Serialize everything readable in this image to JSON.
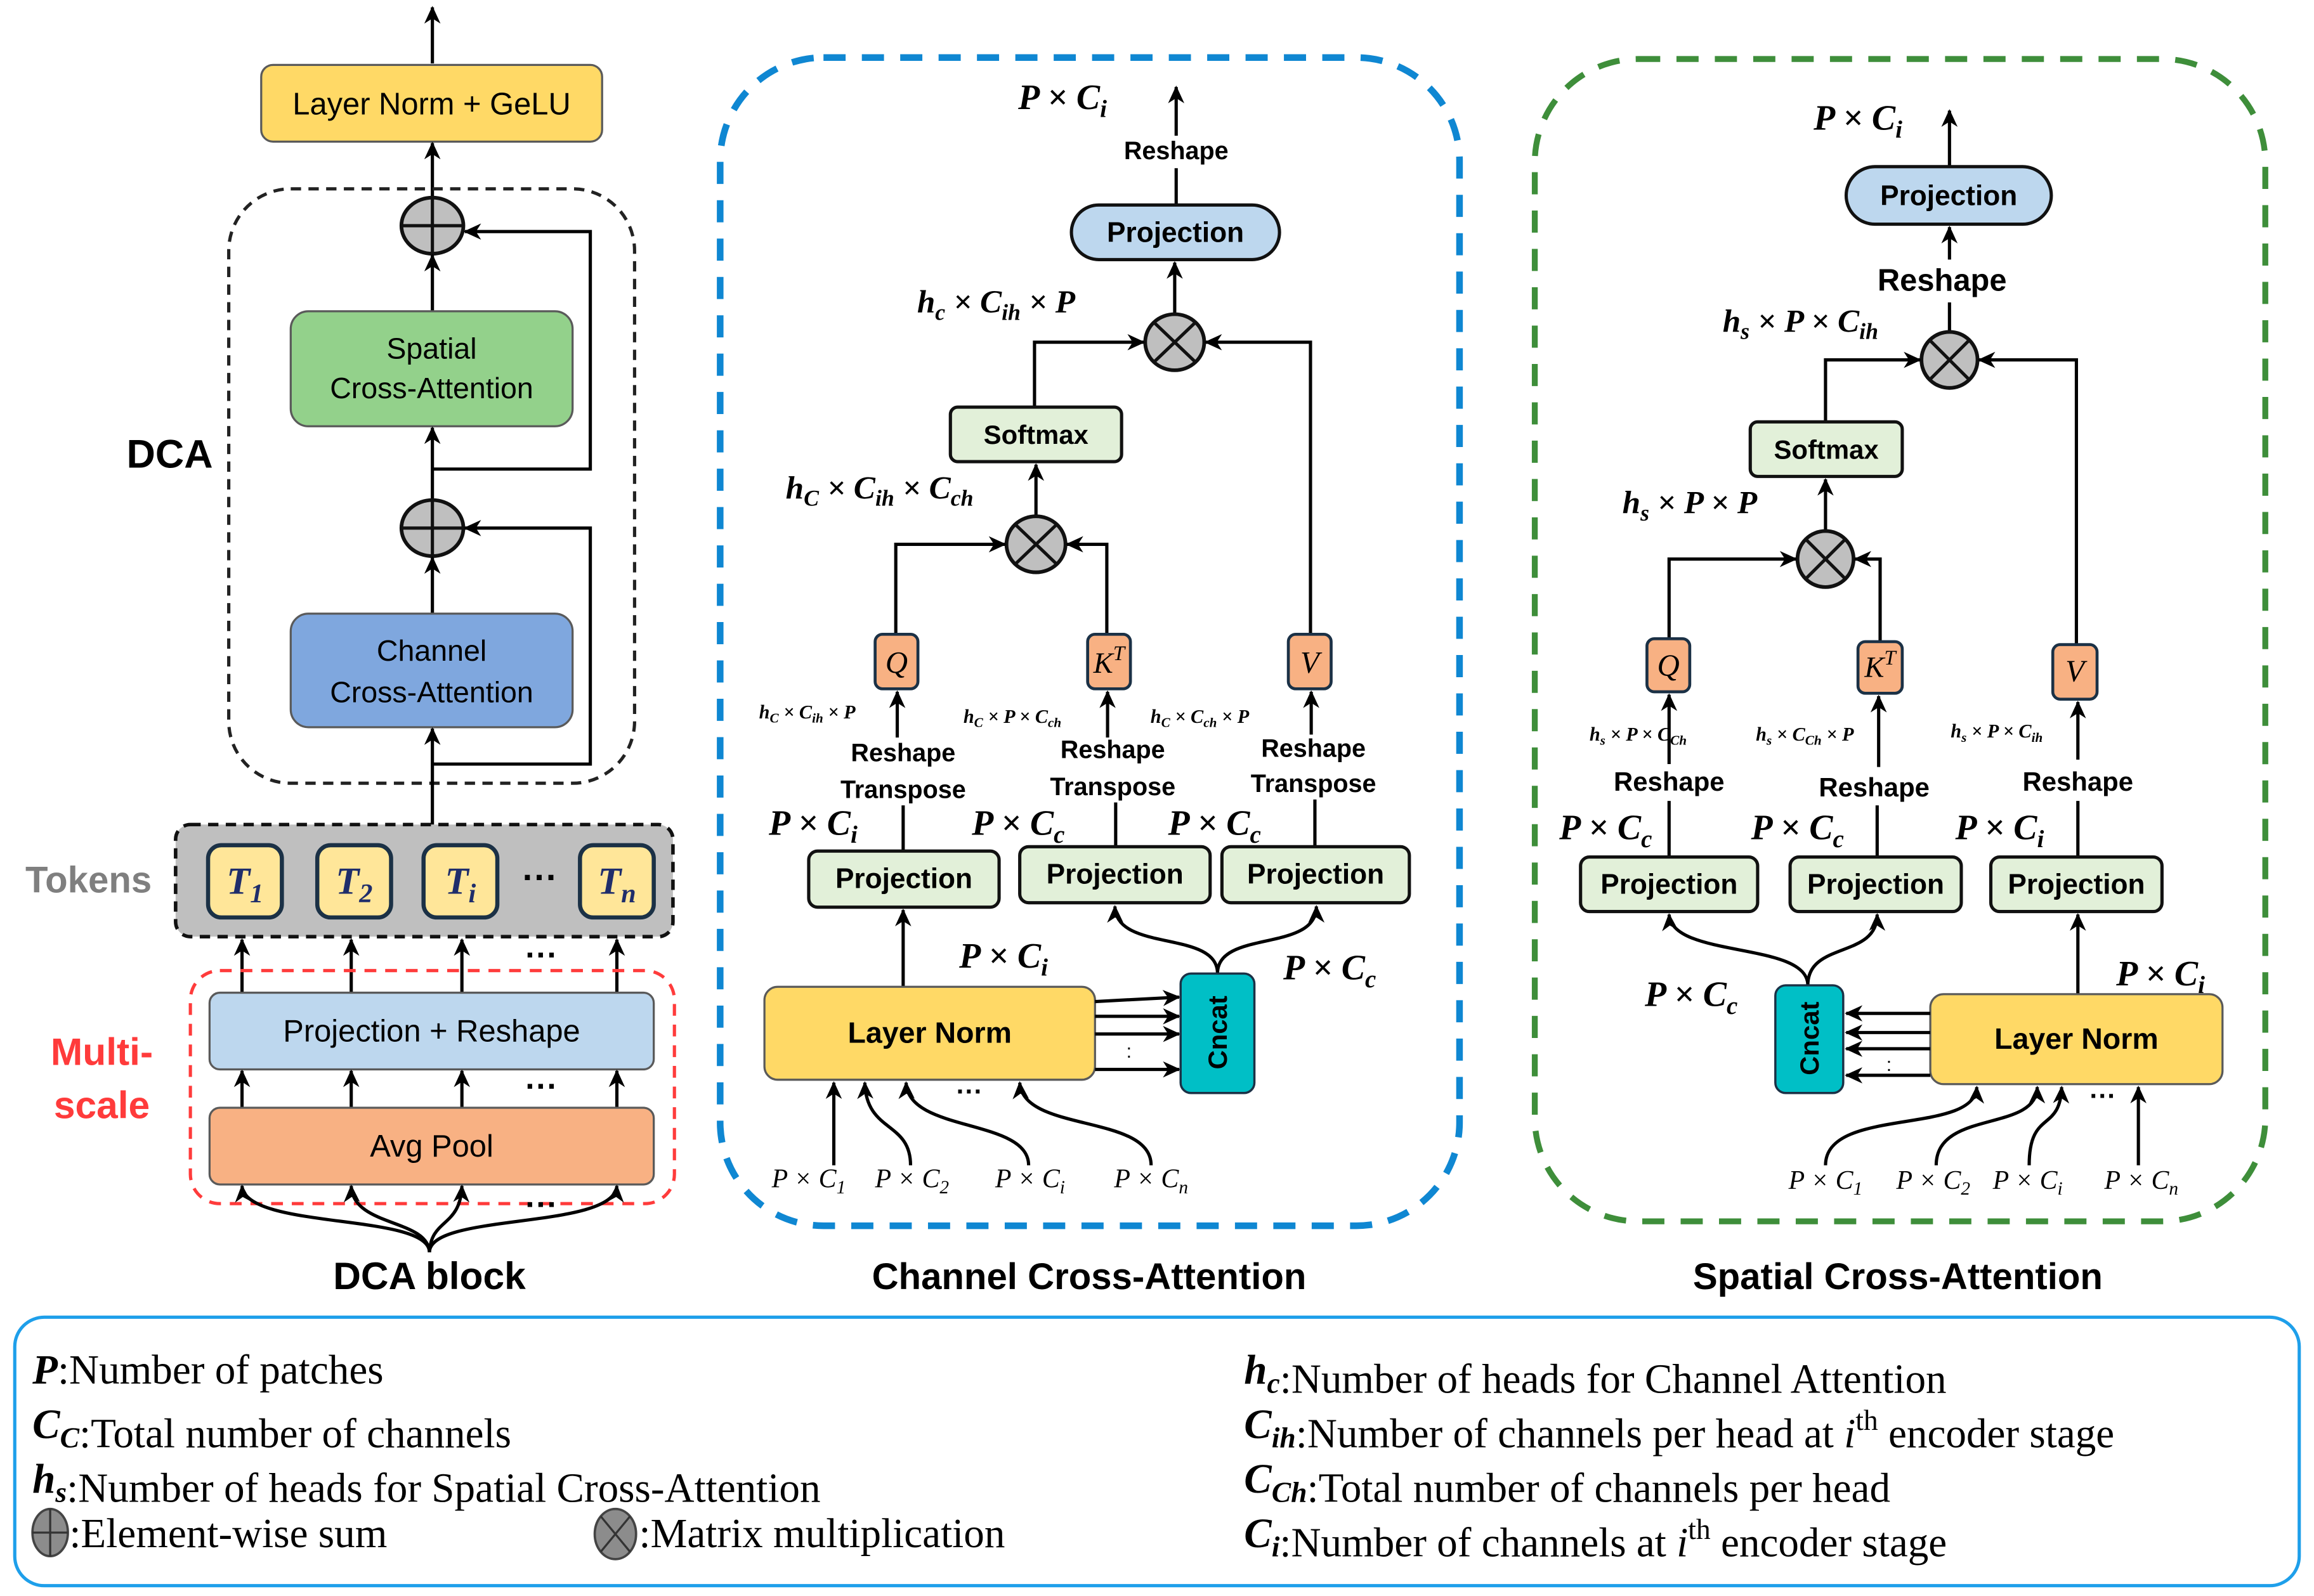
{
  "colors": {
    "layer-norm-yellow": "#FFD966",
    "spatial-green": "#93D18B",
    "channel-blue": "#7FA7DE",
    "token-fill": "#FFE699",
    "token-text": "#1F2D6B",
    "token-border": "#1B3146",
    "tokens-bg": "#BFBFBF",
    "tokens-label-gray": "#7F7F7F",
    "projection-blue": "#BDD7EE",
    "avg-pool-orange": "#F8B183",
    "qkv-orange": "#F8B183",
    "softmax-green": "#E2F0D9",
    "cncat-teal": "#00BFC6",
    "op-gray": "#BFBFBF",
    "legend-op-gray": "#8C8C8C",
    "multiscale-red": "#FF3B3B",
    "channel-panel-blue": "#0F87D2",
    "spatial-panel-green": "#3E8E3A",
    "legend-border-blue": "#1E9FEA"
  },
  "dca_block": {
    "title": "DCA block",
    "output_box": "Layer Norm + GeLU",
    "dca_label": "DCA",
    "spatial_box": {
      "line1": "Spatial",
      "line2": "Cross-Attention"
    },
    "channel_box": {
      "line1": "Channel",
      "line2": "Cross-Attention"
    },
    "tokens_label": "Tokens",
    "tokens": [
      "T_{1}",
      "T_{2}",
      "T_{i}",
      "T_{n}"
    ],
    "ellipsis": "···",
    "multiscale_label": {
      "line1": "Multi-",
      "line2": "scale"
    },
    "projection_reshape_box": "Projection + Reshape",
    "avg_pool_box": "Avg Pool"
  },
  "channel_attention": {
    "title": "Channel Cross-Attention",
    "output_dim": "P × C_{i}",
    "output_reshape": "Reshape",
    "output_projection": "Projection",
    "weighted_dim": "h_{c} × C_{ih} × P",
    "softmax": "Softmax",
    "attention_dim": "h_{C} × C_{ih} × C_{ch}",
    "branches": [
      {
        "name": "query",
        "token": "Q",
        "dim": "h_{C} × C_{ih} × P",
        "ops": [
          "Reshape",
          "Transpose"
        ],
        "proj_dim": "P × C_{i}",
        "projection": "Projection"
      },
      {
        "name": "key",
        "token": "K^{T}",
        "dim": "h_{C} × P × C_{ch}",
        "ops": [
          "Reshape",
          "Transpose"
        ],
        "proj_dim": "P × C_{c}",
        "projection": "Projection"
      },
      {
        "name": "value",
        "token": "V",
        "dim": "h_{C} × C_{ch} × P",
        "ops": [
          "Reshape",
          "Transpose"
        ],
        "proj_dim": "P × C_{c}",
        "projection": "Projection"
      }
    ],
    "layer_norm_dim": "P × C_{i}",
    "concat_dim": "P × C_{c}",
    "layer_norm": "Layer Norm",
    "concat": "Cncat",
    "concat_dots": ":",
    "inputs": [
      "P × C_{1}",
      "P × C_{2}",
      "P × C_{i}",
      "P × C_{n}"
    ],
    "inputs_ellipsis": "···"
  },
  "spatial_attention": {
    "title": "Spatial Cross-Attention",
    "output_dim": "P × C_{i}",
    "output_projection": "Projection",
    "output_reshape": "Reshape",
    "weighted_dim": "h_{s} × P × C_{ih}",
    "softmax": "Softmax",
    "attention_dim": "h_{s} × P × P",
    "branches": [
      {
        "name": "query",
        "token": "Q",
        "dim": "h_{s} × P × C_{Ch}",
        "op": "Reshape",
        "proj_dim": "P × C_{c}",
        "projection": "Projection"
      },
      {
        "name": "key",
        "token": "K^{T}",
        "dim": "h_{s} × C_{Ch} × P",
        "op": "Reshape",
        "proj_dim": "P × C_{c}",
        "projection": "Projection"
      },
      {
        "name": "value",
        "token": "V",
        "dim": "h_{s} × P × C_{ih}",
        "op": "Reshape",
        "proj_dim": "P × C_{i}",
        "projection": "Projection"
      }
    ],
    "concat_dim": "P × C_{c}",
    "layer_norm_dim": "P × C_{i}",
    "concat": "Cncat",
    "concat_dots": ":",
    "layer_norm": "Layer Norm",
    "inputs": [
      "P × C_{1}",
      "P × C_{2}",
      "P × C_{i}",
      "P × C_{n}"
    ],
    "inputs_ellipsis": "···"
  },
  "legend": {
    "left": [
      {
        "term": "P",
        "desc": ":Number of patches"
      },
      {
        "term": "C_{C}",
        "desc": ":Total number of channels"
      },
      {
        "term": "h_{s}",
        "desc": ":Number of heads for Spatial Cross-Attention"
      }
    ],
    "symbols": [
      {
        "icon": "element-wise-sum",
        "desc": ":Element-wise sum"
      },
      {
        "icon": "matrix-multiplication",
        "desc": ":Matrix multiplication"
      }
    ],
    "right": [
      {
        "term": "h_{c}",
        "desc": ":Number of heads for Channel Attention"
      },
      {
        "term": "C_{ih}",
        "desc": ":Number of channels per head at $i$^{th} encoder stage"
      },
      {
        "term": "C_{Ch}",
        "desc": ":Total number of channels per head"
      },
      {
        "term": "C_{i}",
        "desc": ":Number of channels at $i$^{th} encoder stage"
      }
    ]
  }
}
